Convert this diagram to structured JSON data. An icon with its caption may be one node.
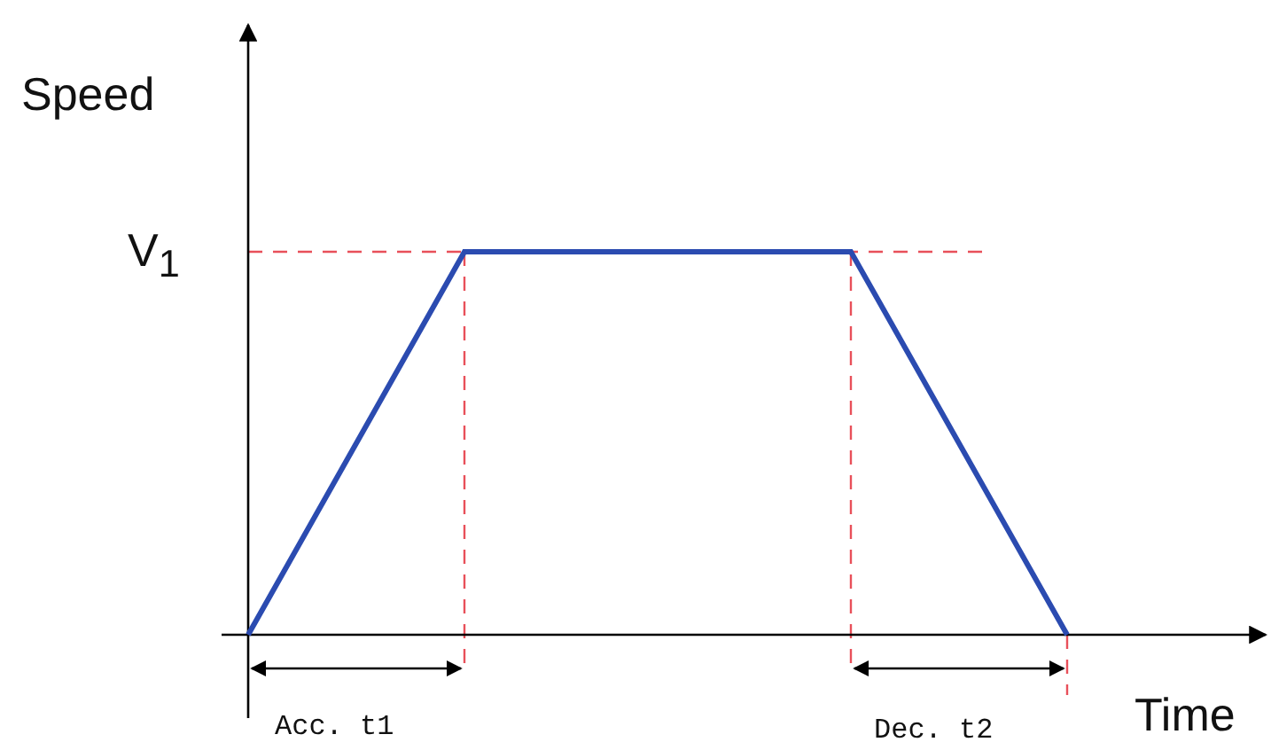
{
  "diagram": {
    "labels": [
      "Speed",
      "V$_{1}$",
      "Time",
      "Acc. t1",
      "Dec. t2"
    ]
  }
}
